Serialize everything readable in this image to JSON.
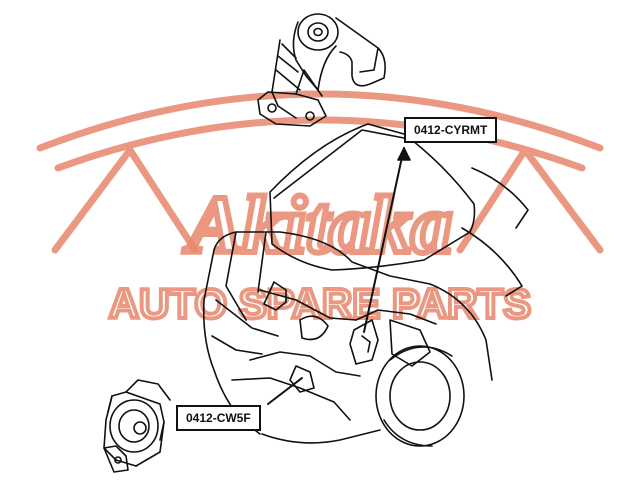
{
  "watermark": {
    "brand": "Akitaka",
    "tagline": "AUTO SPARE PARTS",
    "color": "#e8876d"
  },
  "callouts": [
    {
      "part_number": "0412-CYRMT"
    },
    {
      "part_number": "0412-CW5F"
    }
  ],
  "colors": {
    "line": "#111111",
    "background": "#ffffff"
  },
  "icons": {
    "upper": "engine-mount-bracket-icon",
    "lower": "transmission-mount-icon"
  }
}
